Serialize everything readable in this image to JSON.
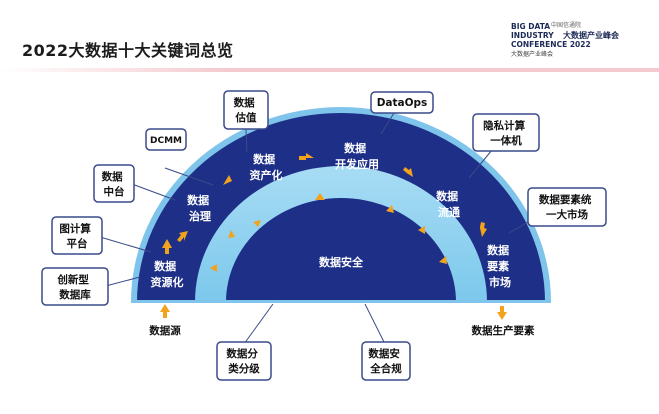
{
  "header": {
    "title": "2022大数据十大关键词总览",
    "logo": {
      "line1": "BIG DATA",
      "line2": "INDUSTRY",
      "line3": "CONFERENCE 2022",
      "cn_name": "大数据产业峰会",
      "cn_small": "中国信通院",
      "cn_sub": "大数据产业峰会"
    }
  },
  "diagram": {
    "colors": {
      "dark_blue": "#1d2f87",
      "light_blue": "#79c9ee",
      "arrow": "#f3a21c",
      "box_border": "#3a4a88"
    },
    "ring_labels": {
      "resource": [
        "数据",
        "资源化"
      ],
      "governance": [
        "数据",
        "治理"
      ],
      "asset": [
        "数据",
        "资产化"
      ],
      "dev_app": [
        "数据",
        "开发应用"
      ],
      "flow": [
        "数据",
        "流通"
      ],
      "market": [
        "数据",
        "要素",
        "市场"
      ]
    },
    "center_label": "数据安全",
    "callouts": {
      "innovative_db": [
        "创新型",
        "数据库"
      ],
      "graph_computing": [
        "图计算",
        "平台"
      ],
      "data_platform": [
        "数据",
        "中台"
      ],
      "dcmm": [
        "DCMM"
      ],
      "data_valuation": [
        "数据",
        "估值"
      ],
      "dataops": [
        "DataOps"
      ],
      "privacy_computing": [
        "隐私计算",
        "一体机"
      ],
      "unified_market": [
        "数据要素统",
        "一大市场"
      ],
      "classification": [
        "数据分",
        "类分级"
      ],
      "security_compliance": [
        "数据安",
        "全合规"
      ]
    },
    "bottom_labels": {
      "source": "数据源",
      "production_factor": "数据生产要素"
    }
  }
}
